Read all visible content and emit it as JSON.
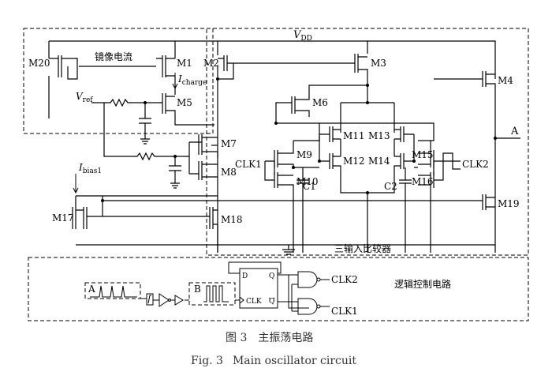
{
  "vdd": {
    "main": "V",
    "sub": "DD"
  },
  "mirror_label": "镜像电流",
  "vref": {
    "main": "V",
    "sub": "ref"
  },
  "icharge": {
    "main": "I",
    "sub": "charge"
  },
  "ibias": {
    "main": "I",
    "sub": "bias1"
  },
  "transistors": {
    "m1": "M1",
    "m2": "M2",
    "m3": "M3",
    "m4": "M4",
    "m5": "M5",
    "m6": "M6",
    "m7": "M7",
    "m8": "M8",
    "m9": "M9",
    "m10": "M10",
    "m11": "M11",
    "m12": "M12",
    "m13": "M13",
    "m14": "M14",
    "m15": "M15",
    "m16": "M16",
    "m17": "M17",
    "m18": "M18",
    "m19": "M19",
    "m20": "M20"
  },
  "caps": {
    "c1": "C1",
    "c2": "C2"
  },
  "clk": {
    "clk1": "CLK1",
    "clk2": "CLK2"
  },
  "node_a": "A",
  "comparator_label": "三输入比较器",
  "logic_label": "逻辑控制电路",
  "logic": {
    "box_a": "A",
    "box_b": "B",
    "ff_d": "D",
    "ff_q": "Q",
    "ff_clk": "CLK",
    "ff_qbar": "Q",
    "out_clk2": "CLK2",
    "out_clk1": "CLK1"
  },
  "caption": {
    "zh_num": "图 3",
    "zh_title": "主振荡电路",
    "en_num": "Fig. 3",
    "en_title": "Main oscillator circuit"
  }
}
